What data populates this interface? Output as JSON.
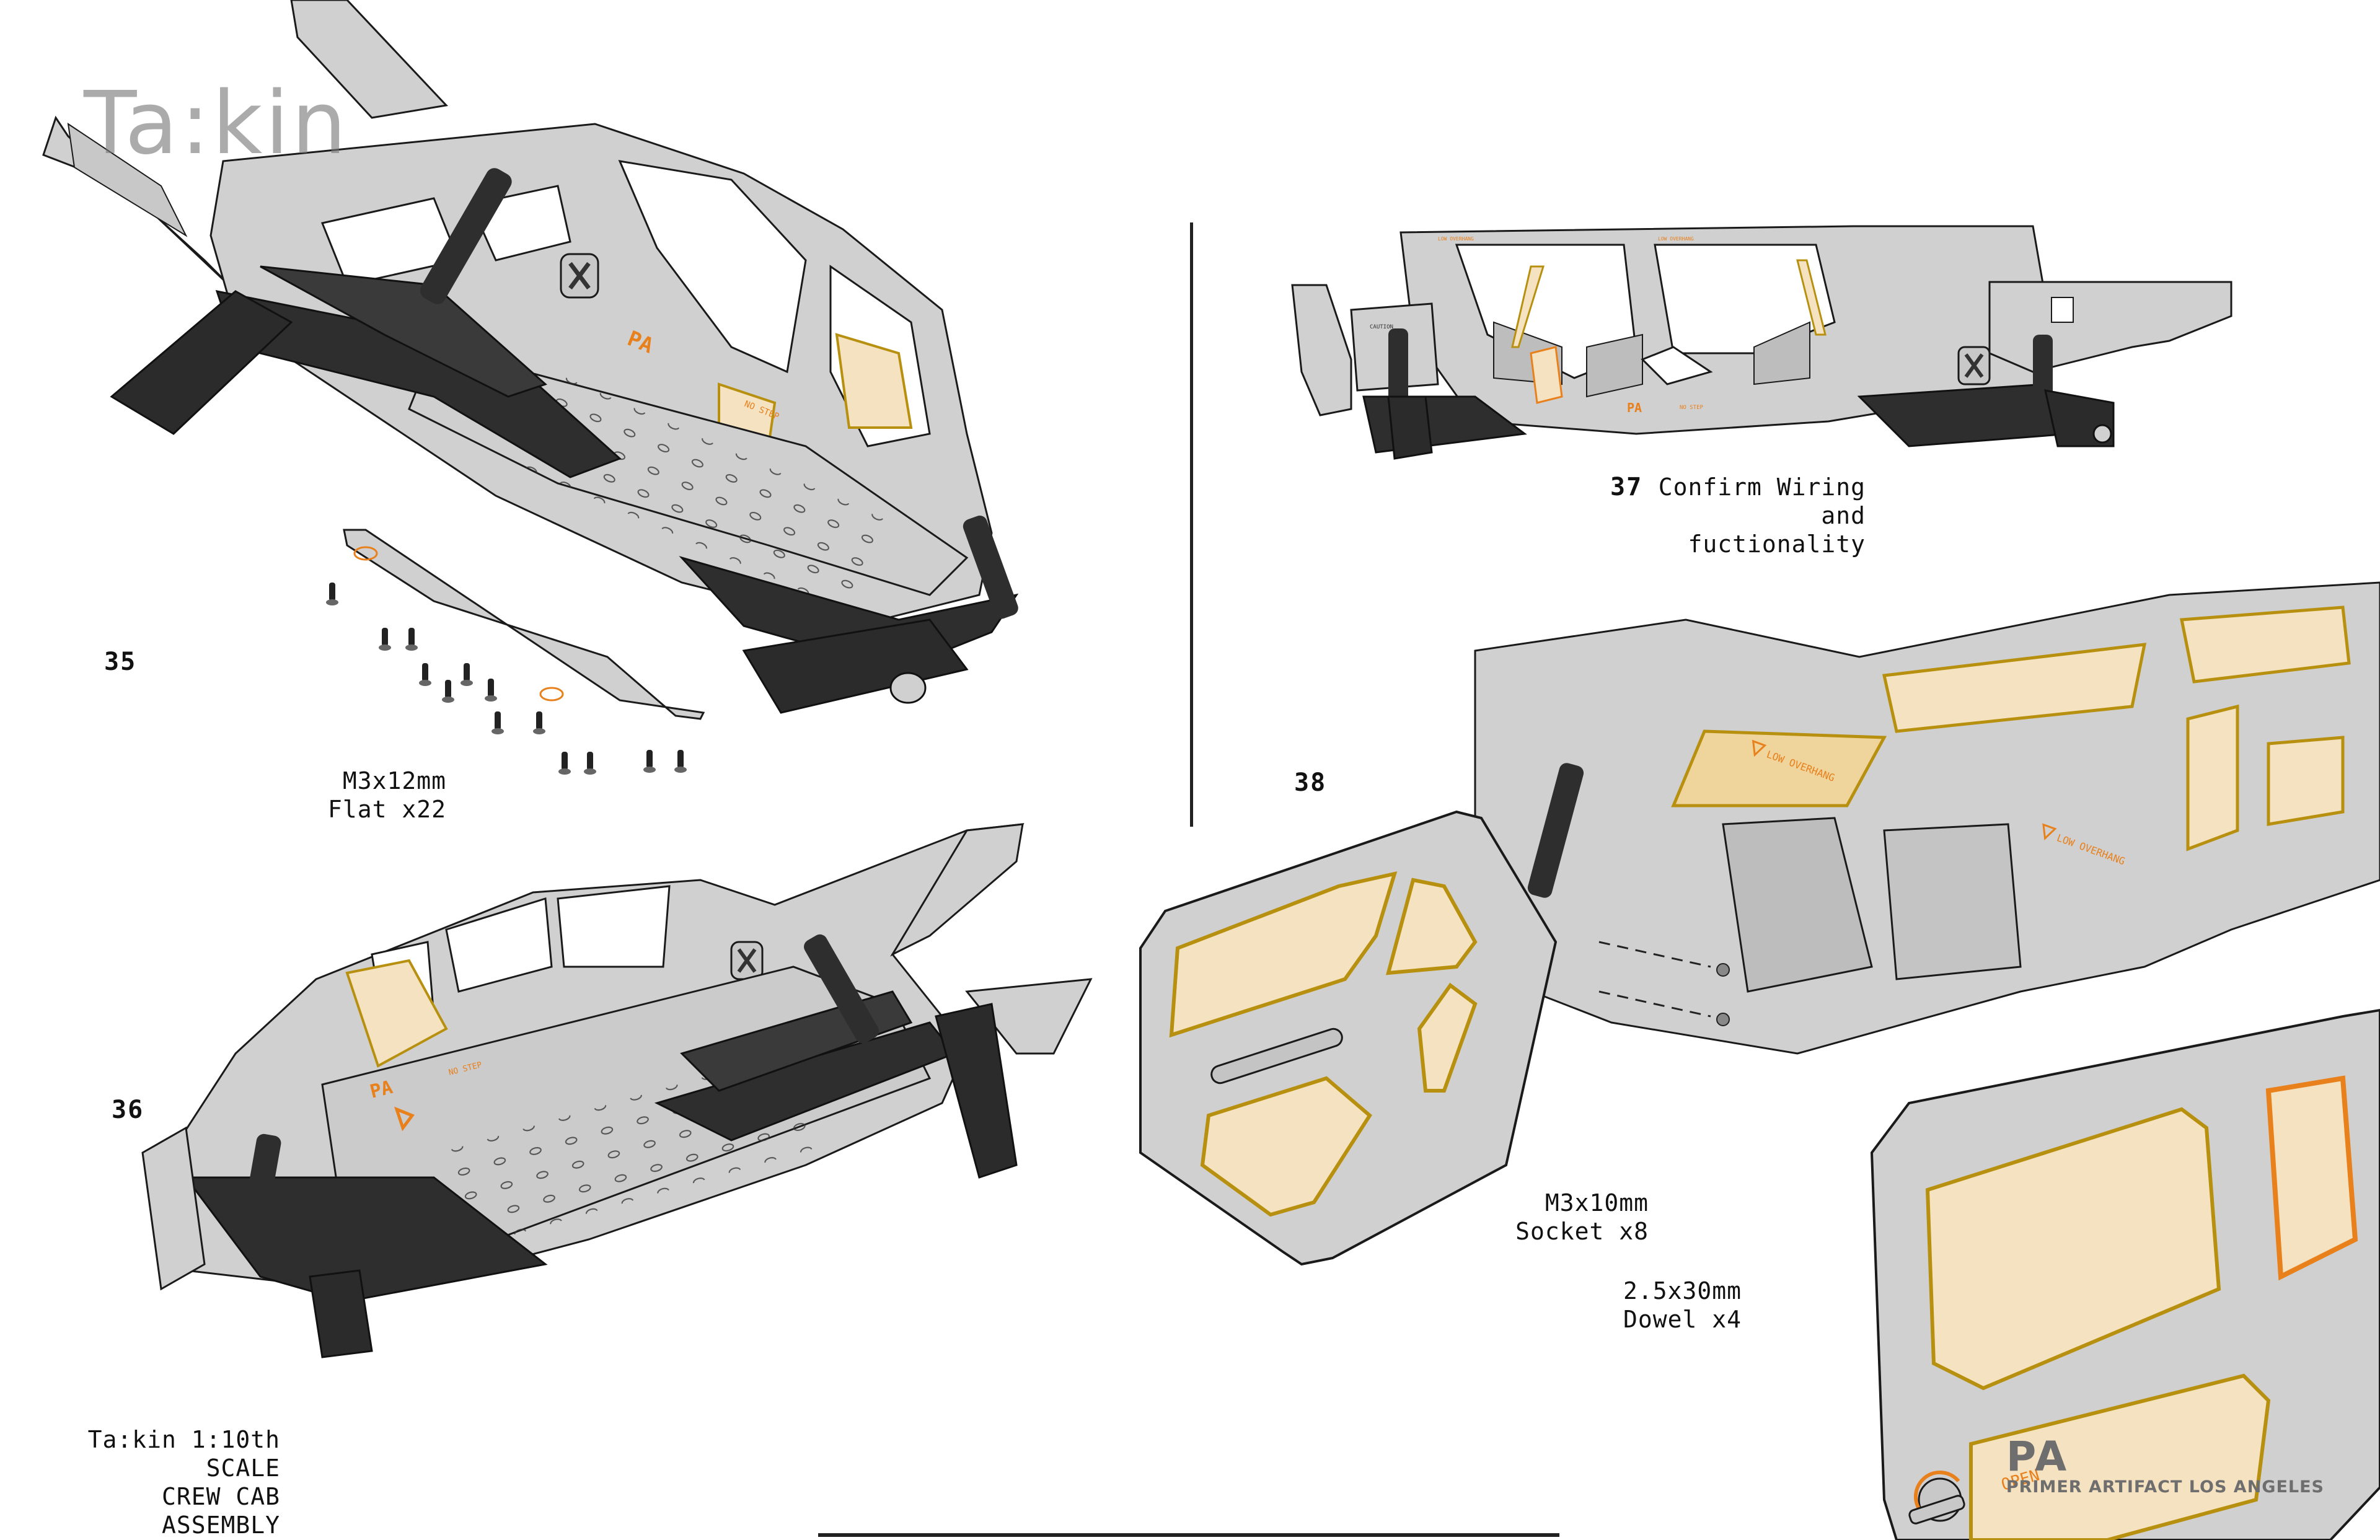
{
  "document": {
    "brand_watermark": "Ta:kin",
    "title_block": {
      "lines": [
        "Ta:kin 1:10th SCALE",
        "CREW CAB",
        "ASSEMBLY"
      ]
    },
    "publisher": {
      "logo_mark": "PA",
      "name": "PRIMER ARTIFACT LOS ANGELES"
    }
  },
  "steps": [
    {
      "number": "35",
      "callouts": [
        {
          "lines": [
            "M3x12mm",
            "Flat x22"
          ]
        }
      ]
    },
    {
      "number": "36",
      "callouts": []
    },
    {
      "number": "37",
      "instruction_lines": [
        "Confirm Wiring",
        "and fuctionality"
      ]
    },
    {
      "number": "38",
      "callouts": [
        {
          "lines": [
            "M3x10mm",
            "Socket x8"
          ]
        },
        {
          "lines": [
            "2.5x30mm",
            "Dowel x4"
          ]
        }
      ]
    }
  ],
  "illustration_labels": {
    "low_overhang": "LOW OVERHANG",
    "no_step": "NO STEP",
    "open": "OPEN",
    "pa_mark": "PA",
    "caution": "CAUTION"
  },
  "colors": {
    "frame_gray": "#d0d0d0",
    "outline": "#1a1a1a",
    "suspension_black": "#2e2e2e",
    "window_amber": "#f5e2c0",
    "window_edge": "#b8900f",
    "accent_orange": "#e8801c",
    "fastener_gold": "#e6b800",
    "watermark_gray": "#8a8a8a"
  }
}
